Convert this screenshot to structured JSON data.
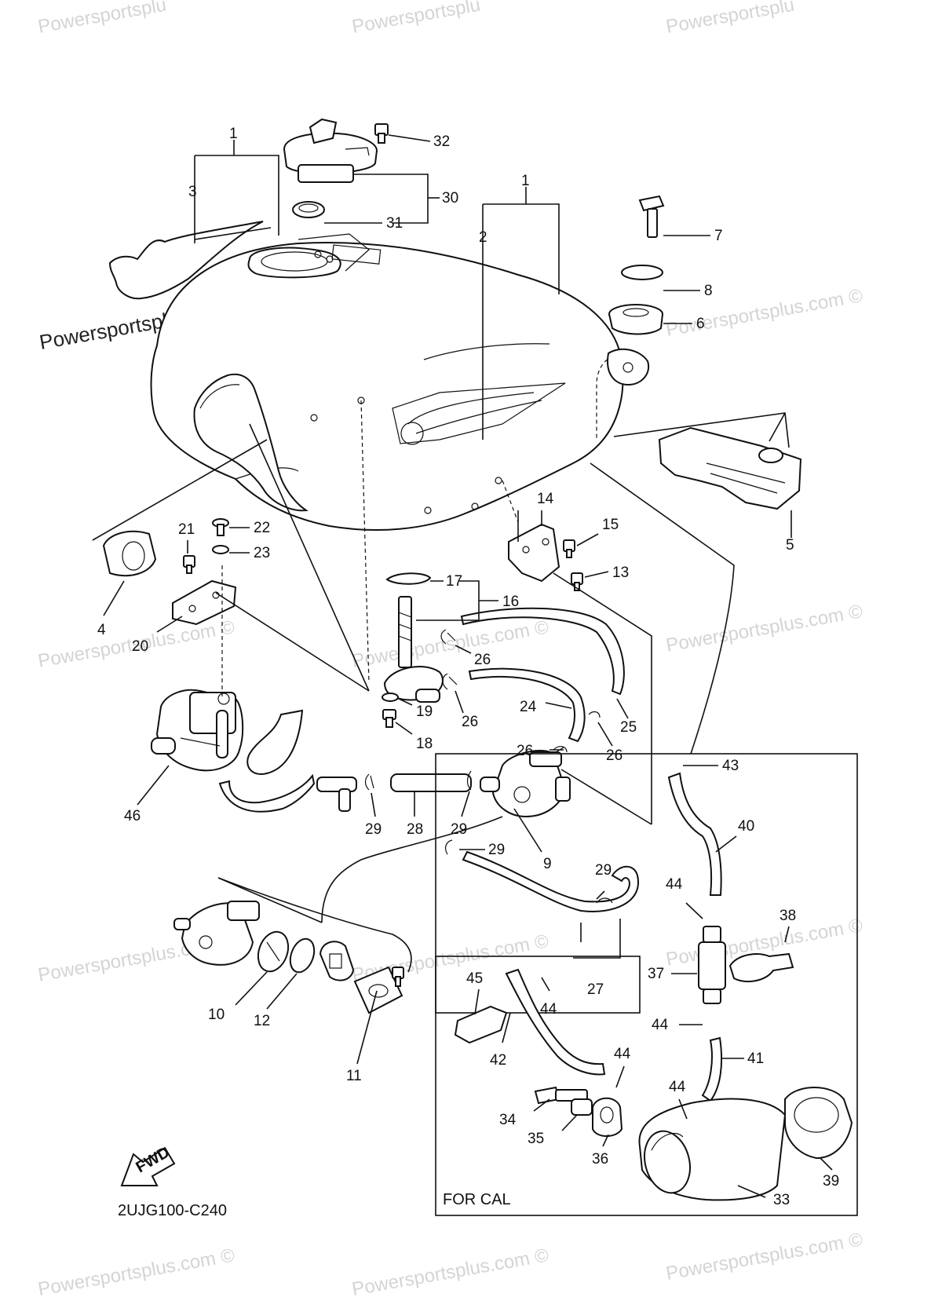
{
  "watermark": {
    "text": "Powersportsplus.com ©",
    "text_partial": "Powersportsplu",
    "color": "#d4d4d4"
  },
  "diagram_code": "2UJG100-C240",
  "box_label": "FOR CAL",
  "fwd_label": "FWD",
  "callouts": {
    "c1a": "1",
    "c1b": "1",
    "c2": "2",
    "c3": "3",
    "c4": "4",
    "c5": "5",
    "c6": "6",
    "c7": "7",
    "c8": "8",
    "c9": "9",
    "c10": "10",
    "c11": "11",
    "c12": "12",
    "c13": "13",
    "c14": "14",
    "c15": "15",
    "c16": "16",
    "c17": "17",
    "c18": "18",
    "c19": "19",
    "c20": "20",
    "c21": "21",
    "c22": "22",
    "c23": "23",
    "c24": "24",
    "c25": "25",
    "c26a": "26",
    "c26b": "26",
    "c26c": "26",
    "c26d": "26",
    "c27": "27",
    "c28": "28",
    "c29a": "29",
    "c29b": "29",
    "c29c": "29",
    "c29d": "29",
    "c30": "30",
    "c31": "31",
    "c32": "32",
    "c33": "33",
    "c34": "34",
    "c35": "35",
    "c36": "36",
    "c37": "37",
    "c38": "38",
    "c39": "39",
    "c40": "40",
    "c41": "41",
    "c42": "42",
    "c44a": "44",
    "c44b": "44",
    "c44c": "44",
    "c44d": "44",
    "c44e": "44",
    "c43": "43",
    "c45": "45",
    "c46": "46"
  }
}
